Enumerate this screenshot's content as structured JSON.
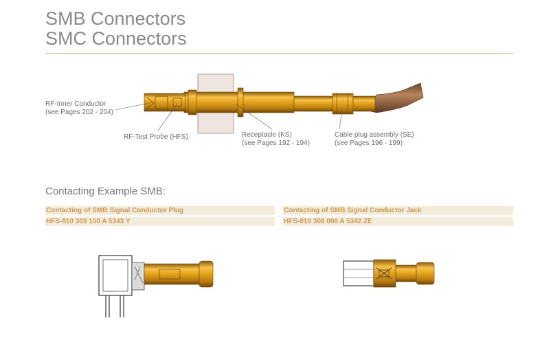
{
  "header": {
    "title_line1": "SMB Connectors",
    "title_line2": "SMC Connectors"
  },
  "diagram": {
    "rf_inner_line1": "RF-Inner Conductor",
    "rf_inner_line2": "(see Pages 202 - 204)",
    "rf_test_probe": "RF-Test Probe (HFS)",
    "receptacle_line1": "Receptacle (KS)",
    "receptacle_line2": "(see Pages 192 - 194)",
    "cable_plug_line1": "Cable plug assembly (SE)",
    "cable_plug_line2": "(see Pages 196 - 199)"
  },
  "section_title": "Contacting Example SMB:",
  "examples": [
    {
      "heading": "Contacting of SMB Signal Conductor Plug",
      "part": "HFS-810 303 150 A 5343 Y"
    },
    {
      "heading": "Contacting of SMB Signal Conductor Jack",
      "part": "HFS-810 308 080 A 5342 ZE"
    }
  ],
  "colors": {
    "gold": "#e3a21a",
    "gold_dark": "#8a5a0a",
    "band_bg": "#f4ecdd",
    "band_text": "#c99a4e",
    "panel": "#efe5e0",
    "cable": "#a07050",
    "rule": "#c9b98a"
  }
}
